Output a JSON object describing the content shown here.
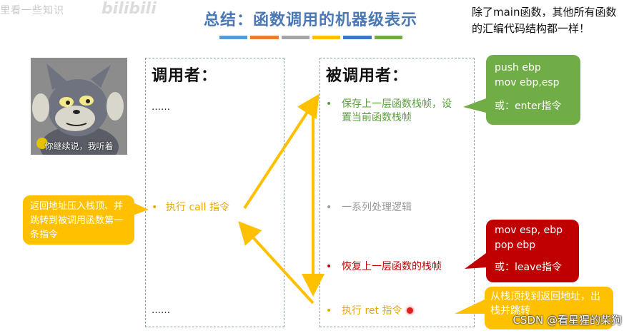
{
  "header": {
    "watermark_text": "里看一些知识",
    "bilibili_logo": "bilibili",
    "title": "总结：函数调用的机器级表示",
    "color_bars": [
      "#5b9bd5",
      "#ed7d31",
      "#a5a5a5",
      "#ffc000",
      "#4472c4",
      "#70ad47"
    ]
  },
  "side_note": "除了main函数，其他所有函数的汇编代码结构都一样！",
  "meme": {
    "caption": "你继续说，我听着"
  },
  "caller": {
    "heading": "调用者：",
    "dots_top": "……",
    "call_item": "执行 call 指令",
    "dots_bottom": "……"
  },
  "callee": {
    "heading": "被调用者：",
    "item_save": "保存上一层函数栈帧，设置当前函数栈帧",
    "item_logic": "一系列处理逻辑",
    "item_restore": "恢复上一层函数的栈帧",
    "item_ret": "执行 ret 指令"
  },
  "callouts": {
    "enter": {
      "line1": "push ebp",
      "line2": "mov ebp,esp",
      "line3": "或：enter指令",
      "color": "#70ad47"
    },
    "call": {
      "text": "返回地址压入栈顶、并跳转到被调用函数第一条指令",
      "color": "#ffc000"
    },
    "leave": {
      "line1": "mov esp, ebp",
      "line2": "pop ebp",
      "line3": "或：leave指令",
      "color": "#c00000"
    },
    "ret": {
      "text": "从栈顶找到返回地址，出栈并跳转",
      "color": "#ffc000"
    }
  },
  "colors": {
    "title": "#4a78b5",
    "save_text": "#5a9e3c",
    "logic_text": "#999999",
    "restore_text": "#c00000",
    "call_text": "#e6a800",
    "arrow": "#ffc000"
  },
  "footer": {
    "csdn": "CSDN @看星猩的柴狗"
  }
}
